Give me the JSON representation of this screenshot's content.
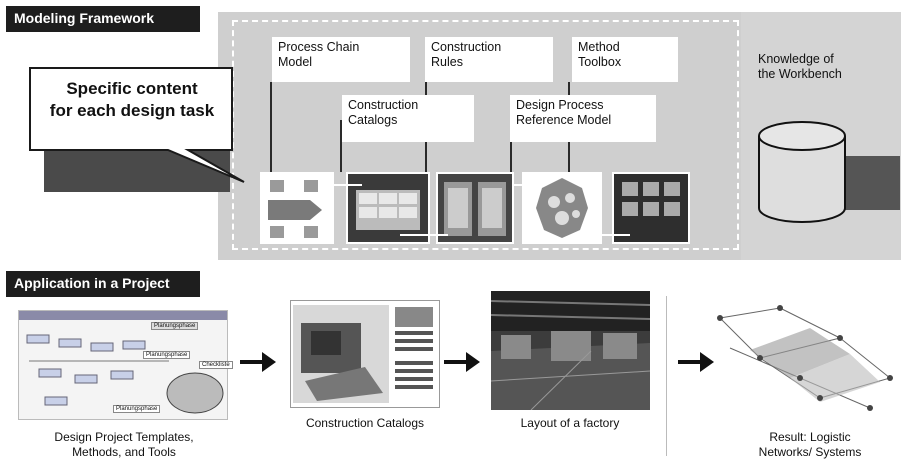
{
  "top": {
    "header": "Modeling Framework",
    "callout": {
      "line1": "Specific content",
      "line2": "for each design task"
    },
    "boxes": [
      {
        "line1": "Process Chain",
        "line2": "Model"
      },
      {
        "line1": "Construction",
        "line2": "Rules"
      },
      {
        "line1": "Method",
        "line2": "Toolbox"
      },
      {
        "line1": "Construction",
        "line2": "Catalogs"
      },
      {
        "line1": "Design Process",
        "line2": "Reference Model"
      }
    ],
    "knowledge": {
      "line1": "Knowledge of",
      "line2": "the Workbench"
    }
  },
  "bottom": {
    "header": "Application in a Project",
    "steps": [
      {
        "line1": "Design Project Templates,",
        "line2": "Methods, and Tools"
      },
      {
        "line1": "Construction Catalogs",
        "line2": ""
      },
      {
        "line1": "Layout of a factory",
        "line2": ""
      },
      {
        "line1": "Result: Logistic",
        "line2": "Networks/ Systems"
      }
    ],
    "screenshot_tags": [
      "Planungsphase",
      "Planungsphase",
      "Checkliste",
      "Planungsphase"
    ]
  }
}
